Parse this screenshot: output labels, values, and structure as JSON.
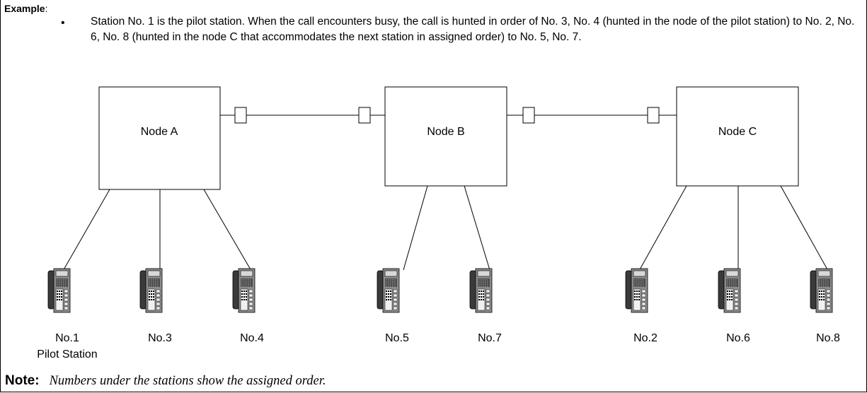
{
  "example": {
    "label": "Example",
    "colon": ":",
    "bullet_text": "Station No. 1 is the pilot station. When the call encounters busy, the call is hunted in order of No. 3, No. 4 (hunted in the node of the pilot station) to No. 2, No. 6, No. 8 (hunted in the node C that accommodates the next station in assigned order) to No. 5, No. 7."
  },
  "nodes": [
    {
      "label": "Node A"
    },
    {
      "label": "Node B"
    },
    {
      "label": "Node C"
    }
  ],
  "stations": [
    {
      "label": "No.1"
    },
    {
      "label": "No.3"
    },
    {
      "label": "No.4"
    },
    {
      "label": "No.5"
    },
    {
      "label": "No.7"
    },
    {
      "label": "No.2"
    },
    {
      "label": "No.6"
    },
    {
      "label": "No.8"
    }
  ],
  "pilot_label": "Pilot Station",
  "note": {
    "label": "Note:",
    "text": "Numbers under the stations show the assigned order."
  }
}
